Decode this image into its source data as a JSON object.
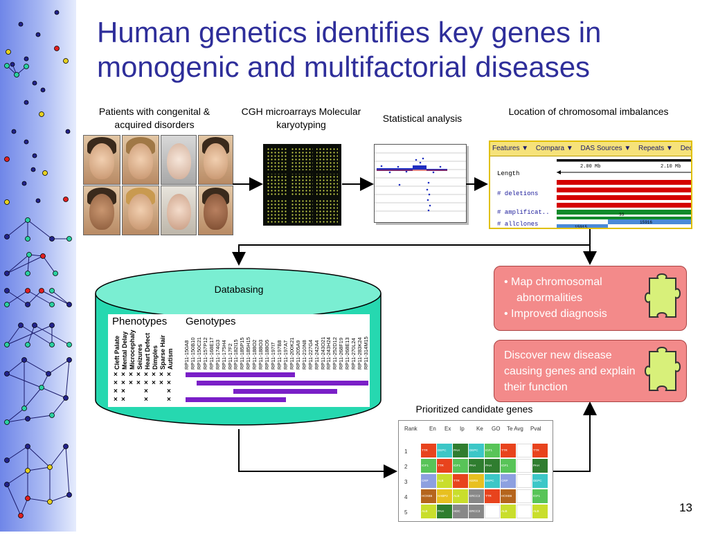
{
  "title": "Human genetics identifies key genes in monogenic and multifactorial diseases",
  "steps": {
    "patients": "Patients with congenital & acquired disorders",
    "cgh": "CGH microarrays Molecular karyotyping",
    "stats": "Statistical analysis",
    "location": "Location of chromosomal imbalances",
    "databasing": "Databasing",
    "prioritized": "Prioritized candidate genes"
  },
  "viewer": {
    "menu": [
      "Features ▼",
      "Compara ▼",
      "DAS Sources ▼",
      "Repeats ▼",
      "Decoratio"
    ],
    "scale": [
      "2.00 Mb",
      "2.10 Mb"
    ],
    "rows": [
      "Length",
      "# deletions",
      "# amplificat..",
      "# allclones"
    ],
    "numbers": [
      "33",
      "15916",
      "15915"
    ]
  },
  "database": {
    "phenotypes_header": "Phenotypes",
    "genotypes_header": "Genotypes",
    "phenotypes": [
      "Cleft Palate",
      "Mental Delay",
      "Microcephaly",
      "Seizures",
      "Heart Defect",
      "Dimples",
      "Sparse Hair",
      "Autism"
    ],
    "genotypes": [
      "RP11-150A8",
      "RP11-150B10",
      "RP11-150C21",
      "RP11-157P12",
      "RP11-168E17",
      "RP11-174G3",
      "RP11-175H4",
      "RP11-17F2",
      "RP11-182I15",
      "RP11-185P15",
      "RP11-185H15",
      "RP11-188O2",
      "RP11-188O3",
      "RP11-188O5",
      "RP11-197I7",
      "RP11-197B8",
      "RP11-197A7",
      "RP11-200K21",
      "RP11-205A9",
      "RP11-210N8",
      "RP11-227G4",
      "RP11-242A4",
      "RP11-243O21",
      "RP11-243H24",
      "RP11-252D12",
      "RP11-268F19",
      "RP11-268E13",
      "RP11-270L24",
      "RP11-283K24",
      "RP11-314M15"
    ],
    "x_rows": [
      [
        0,
        1,
        2,
        3,
        4,
        5,
        6,
        7
      ],
      [
        0,
        1,
        2,
        3,
        4,
        5,
        6,
        7
      ],
      [
        0,
        1,
        4,
        7
      ],
      [
        0,
        1,
        4,
        7
      ]
    ],
    "bars": [
      [
        0.0,
        0.6
      ],
      [
        0.06,
        1.0
      ],
      [
        0.26,
        0.83
      ],
      [
        0.0,
        0.55
      ]
    ]
  },
  "boxes": {
    "map_line1": "• Map chromosomal",
    "map_line2": "abnormalities",
    "map_line3": "• Improved diagnosis",
    "discover": "Discover new disease causing genes and explain their function"
  },
  "prioritized_table": {
    "headers": [
      "Rank",
      "En",
      "Ex",
      "Ip",
      "Ke",
      "GO",
      "Te Avg",
      "Pval"
    ],
    "ranks": [
      "1",
      "2",
      "3",
      "4",
      "5"
    ],
    "rows": [
      [
        [
          "TTR",
          "#e8431d"
        ],
        [
          "DEPC",
          "#3cc7c7"
        ],
        [
          "PAH",
          "#2f7d2f"
        ],
        [
          "DEPC",
          "#3cc7c7"
        ],
        [
          "IGF1",
          "#58c458"
        ],
        [
          "TTR",
          "#e8431d"
        ],
        [
          "",
          ""
        ],
        [
          "TTR",
          "#e8431d"
        ]
      ],
      [
        [
          "IGF1",
          "#58c458"
        ],
        [
          "TTR",
          "#e8431d"
        ],
        [
          "IGF1",
          "#58c458"
        ],
        [
          "PAH",
          "#2f7d2f"
        ],
        [
          "PAH",
          "#2f7d2f"
        ],
        [
          "IGF1",
          "#58c458"
        ],
        [
          "",
          ""
        ],
        [
          "PAH",
          "#2f7d2f"
        ]
      ],
      [
        [
          "CRP",
          "#8da0e0"
        ],
        [
          "ALB",
          "#c9de2c"
        ],
        [
          "TTR",
          "#e8431d"
        ],
        [
          "KERS",
          "#e8c020"
        ],
        [
          "DEPC",
          "#3cc7c7"
        ],
        [
          "CRP",
          "#8da0e0"
        ],
        [
          "",
          ""
        ],
        [
          "DEPC",
          "#3cc7c7"
        ]
      ],
      [
        [
          "HOXB6",
          "#b5651d"
        ],
        [
          "HABP2",
          "#e8c020"
        ],
        [
          "ALB",
          "#c9de2c"
        ],
        [
          "ERCC3",
          "#888888"
        ],
        [
          "TTR",
          "#e8431d"
        ],
        [
          "HOXB6",
          "#b5651d"
        ],
        [
          "",
          ""
        ],
        [
          "IGF1",
          "#58c458"
        ]
      ],
      [
        [
          "ALB",
          "#c9de2c"
        ],
        [
          "PAH",
          "#2f7d2f"
        ],
        [
          "HDC",
          "#888888"
        ],
        [
          "ERCC3",
          "#888888"
        ],
        [
          "",
          ""
        ],
        [
          "ALB",
          "#c9de2c"
        ],
        [
          "",
          ""
        ],
        [
          "ALB",
          "#c9de2c"
        ]
      ]
    ]
  },
  "slide_number": "13"
}
